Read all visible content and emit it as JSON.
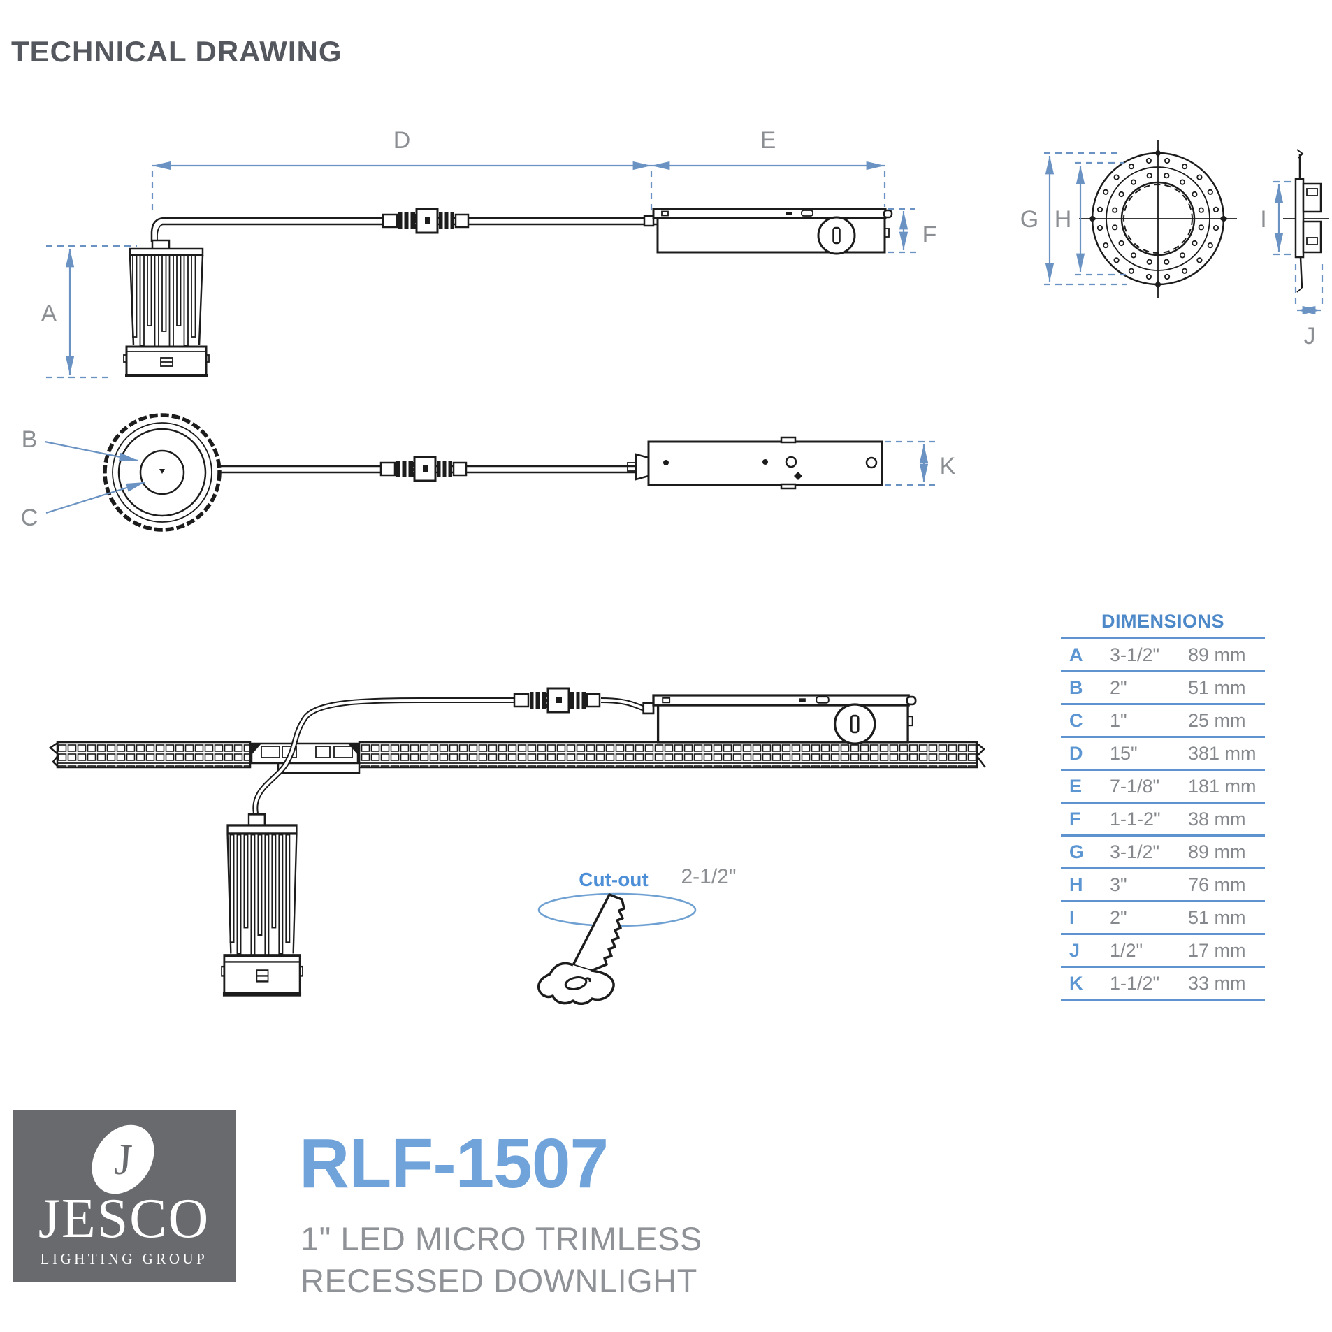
{
  "header": {
    "title": "TECHNICAL DRAWING"
  },
  "drawing": {
    "cutout_label": "Cut-out",
    "cutout_size": "2-1/2\""
  },
  "dimensions_table": {
    "title": "DIMENSIONS",
    "rows": [
      {
        "key": "A",
        "inches": "3-1/2\"",
        "mm": "89 mm"
      },
      {
        "key": "B",
        "inches": "2\"",
        "mm": "51 mm"
      },
      {
        "key": "C",
        "inches": "1\"",
        "mm": "25 mm"
      },
      {
        "key": "D",
        "inches": "15\"",
        "mm": "381 mm"
      },
      {
        "key": "E",
        "inches": "7-1/8\"",
        "mm": "181 mm"
      },
      {
        "key": "F",
        "inches": "1-1-2\"",
        "mm": "38 mm"
      },
      {
        "key": "G",
        "inches": "3-1/2\"",
        "mm": "89 mm"
      },
      {
        "key": "H",
        "inches": "3\"",
        "mm": "76 mm"
      },
      {
        "key": "I",
        "inches": "2\"",
        "mm": "51 mm"
      },
      {
        "key": "J",
        "inches": "1/2\"",
        "mm": "17 mm"
      },
      {
        "key": "K",
        "inches": "1-1/2\"",
        "mm": "33 mm"
      }
    ]
  },
  "footer": {
    "model": "RLF-1507",
    "subtitle_line1": "1\" LED MICRO TRIMLESS",
    "subtitle_line2": "RECESSED DOWNLIGHT",
    "logo": {
      "monogram": "J",
      "brand": "JESCO",
      "tagline": "LIGHTING GROUP"
    }
  },
  "colors": {
    "dimension_blue": "#6a92c2",
    "table_blue": "#5e93cf",
    "model_blue": "#70a3da",
    "label_gray": "#8b8e92",
    "title_gray": "#54585e",
    "subtitle_gray": "#8f9296",
    "logo_gray": "#696a6e",
    "line_black": "#1c1c1c"
  }
}
